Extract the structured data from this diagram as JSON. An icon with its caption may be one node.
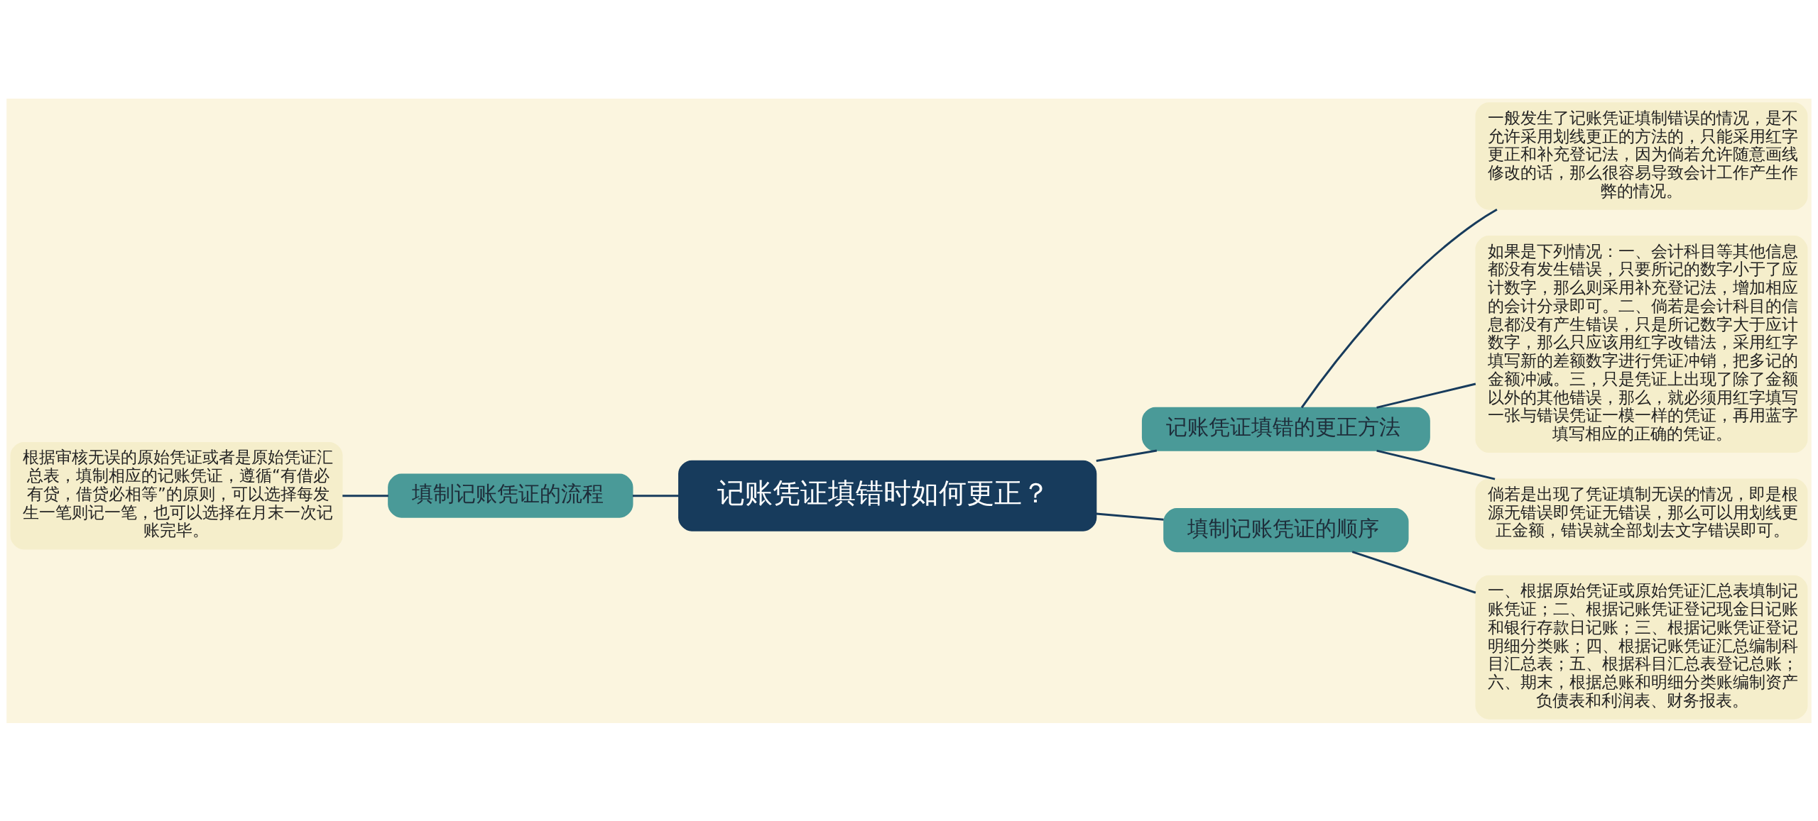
{
  "diagram": {
    "nodes": [
      {
        "text": [
          "记账凭证填错时如何更正？"
        ]
      },
      {
        "text": [
          "记账凭证填错的更正方法"
        ]
      },
      {
        "text": [
          "一般发生了记账凭证填制错误的情况，是不允许采用划线更正的方法的，只能采用红字更正和补充登记法，因为倘若允许随意画线修改的话，那么很容易导致会计工作产生作弊的情况。"
        ]
      },
      {
        "text": [
          "如果是下列情况：一、会计科目等其他信息都没有发生错误，只要所记的数字小于了应计数字，那么则采用补充登记法，增加相应的会计分录即可。二、倘若是会计科目的信息都没有产生错误，只是所记数字大于应计数字，那么只应该用红字改错法，采用红字填写新的差额数字进行凭证冲销，把多记的金额冲减。三，只是凭证上出现了除了金额以外的其他错误，那么，就必须用红字填写一张与错误凭证一模一样的凭证，再用蓝字填写相应的正确的凭证。"
        ]
      },
      {
        "text": [
          "倘若是出现了凭证填制无误的情况，即是根源无错误即凭证无错误，那么可以用划线更正金额，错误就全部划去文字错误即可。"
        ]
      },
      {
        "text": [
          "填制记账凭证的顺序"
        ]
      },
      {
        "text": [
          "一、根据原始凭证或原始凭证汇总表填制记账凭证；二、根据记账凭证登记现金日记账和银行存款日记账；三、根据记账凭证登记明细分类账；四、根据记账凭证汇总编制科目汇总表；五、根据科目汇总表登记总账；六、期末，根据总账和明细分类账编制资产负债表和利润表、财务报表。"
        ]
      },
      {
        "text": [
          "填制记账凭证的流程"
        ]
      },
      {
        "text": [
          "根据审核无误的原始凭证或者是原始凭证汇总表，填制相应的记账凭证，遵循“有借必有贷，借贷必相等”的原则，可以选择每发生一笔则记一笔，也可以选择在月末一次记账完毕。"
        ]
      }
    ],
    "edges": [
      {
        "from": 0,
        "to": 1,
        "arrow": "none"
      },
      {
        "from": 1,
        "to": 2,
        "arrow": "none"
      },
      {
        "from": 1,
        "to": 3,
        "arrow": "none"
      },
      {
        "from": 1,
        "to": 4,
        "arrow": "none"
      },
      {
        "from": 0,
        "to": 5,
        "arrow": "none"
      },
      {
        "from": 5,
        "to": 6,
        "arrow": "none"
      },
      {
        "from": 8,
        "to": 7,
        "arrow": "none"
      },
      {
        "from": 7,
        "to": 0,
        "arrow": "none"
      }
    ]
  }
}
